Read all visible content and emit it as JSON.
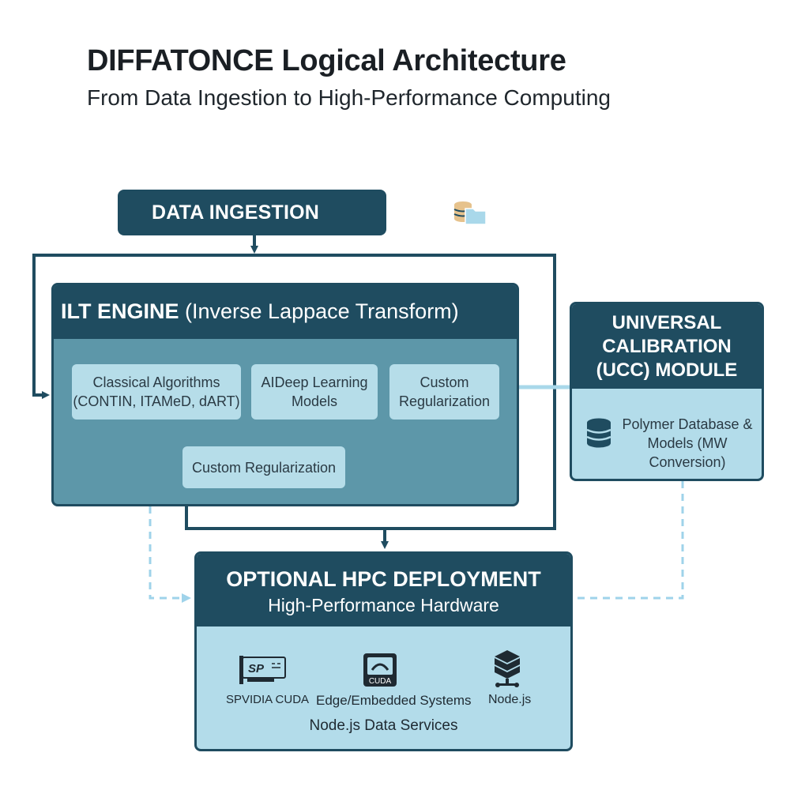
{
  "header": {
    "title": "DIFFATONCE Logical Architecture",
    "subtitle": "From Data Ingestion to High-Performance Computing"
  },
  "ingestion": {
    "label": "DATA INGESTION",
    "icon": "database-folder-icon"
  },
  "ilt_engine": {
    "title_bold": "ILT ENGINE",
    "title_rest": " (Inverse Lappace Transform)",
    "classical": {
      "line1": "Classical Algorithms",
      "line2": "(CONTIN, ITAMeD, dART)"
    },
    "ai_models": {
      "line1": "AIDeep Learning",
      "line2": "Models"
    },
    "custom_reg_right": {
      "line1": "Custom",
      "line2": "Regularization"
    },
    "custom_reg_bottom": "Custom Regularization"
  },
  "ucc": {
    "line1": "UNIVERSAL",
    "line2": "CALIBRATION",
    "line3": "(UCC) MODULE",
    "body_line1": "Polymer Database &",
    "body_line2": "Models (MW",
    "body_line3": "Conversion)",
    "icon": "database-icon"
  },
  "hpc": {
    "title": "OPTIONAL HPC DEPLOYMENT",
    "subtitle": "High-Performance Hardware",
    "items": [
      {
        "caption": "SPVIDIA CUDA",
        "icon": "gpu-card-icon",
        "icon_text": "SP"
      },
      {
        "caption": "Edge/Embedded Systems",
        "icon": "cuda-chip-icon",
        "icon_text": "CUDA"
      },
      {
        "caption": "Node.js",
        "icon": "server-network-icon"
      }
    ],
    "footer": "Node.js Data Services"
  },
  "colors": {
    "dark_teal": "#1f4c60",
    "mid_teal": "#5d97a9",
    "light_blue": "#b3dcea",
    "connector_light": "#a9d8ea",
    "dashed": "#9fd3ea"
  }
}
